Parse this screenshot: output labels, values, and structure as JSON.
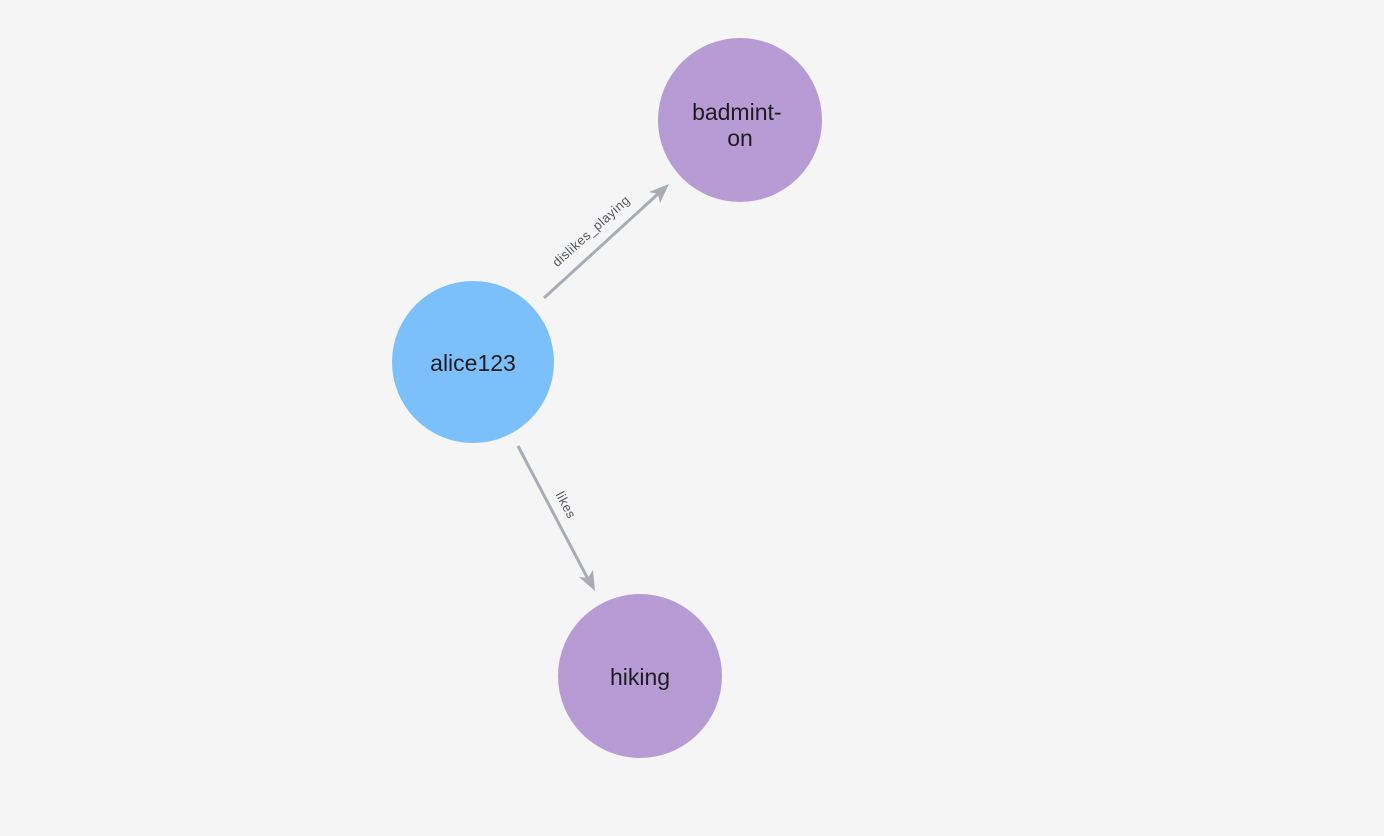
{
  "canvas": {
    "background_color": "#f4f5f4"
  },
  "graph": {
    "nodes": [
      {
        "id": "alice123",
        "label": "alice123",
        "fill": "#7bc0fa",
        "label_color": "#1d1d1f"
      },
      {
        "id": "badminton",
        "label_lines": [
          "badmint-",
          "on"
        ],
        "fill": "#b79bd5",
        "label_color": "#1d1d1f"
      },
      {
        "id": "hiking",
        "label": "hiking",
        "fill": "#b79bd5",
        "label_color": "#1d1d1f"
      }
    ],
    "edges": [
      {
        "source": "alice123",
        "target": "badminton",
        "label": "dislikes_playing",
        "line_color": "#a9acb4",
        "label_color": "#565960"
      },
      {
        "source": "alice123",
        "target": "hiking",
        "label": "likes",
        "line_color": "#a9acb4",
        "label_color": "#565960"
      }
    ]
  }
}
